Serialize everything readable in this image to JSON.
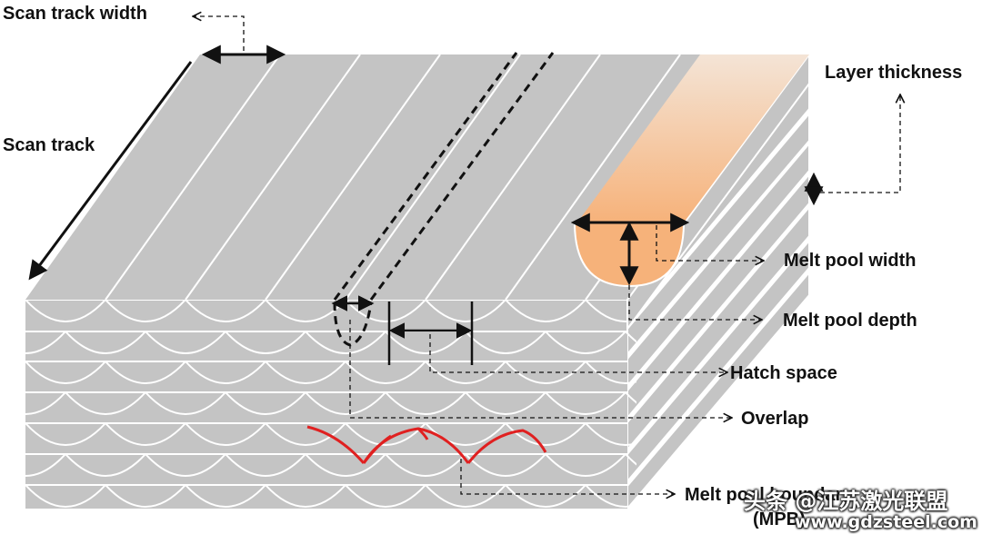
{
  "labels": {
    "scan_track_width": "Scan track width",
    "scan_track": "Scan track",
    "layer_thickness": "Layer thickness",
    "melt_pool_width": "Melt pool width",
    "melt_pool_depth": "Melt pool depth",
    "hatch_space": "Hatch space",
    "overlap": "Overlap",
    "melt_pool_boundary_line1": "Melt pool boundary",
    "melt_pool_boundary_line2": "(MPB)"
  },
  "watermark": {
    "line1": "头条 @江苏激光联盟",
    "line2": "www.gdzsteel.com"
  },
  "colors": {
    "track_fill": "#c4c4c4",
    "track_line": "#ffffff",
    "melt_pool_gradient_top": "#f2dcc8",
    "melt_pool_gradient_bottom": "#f5b882",
    "boundary_highlight": "#e02020",
    "arrow": "#111111"
  }
}
